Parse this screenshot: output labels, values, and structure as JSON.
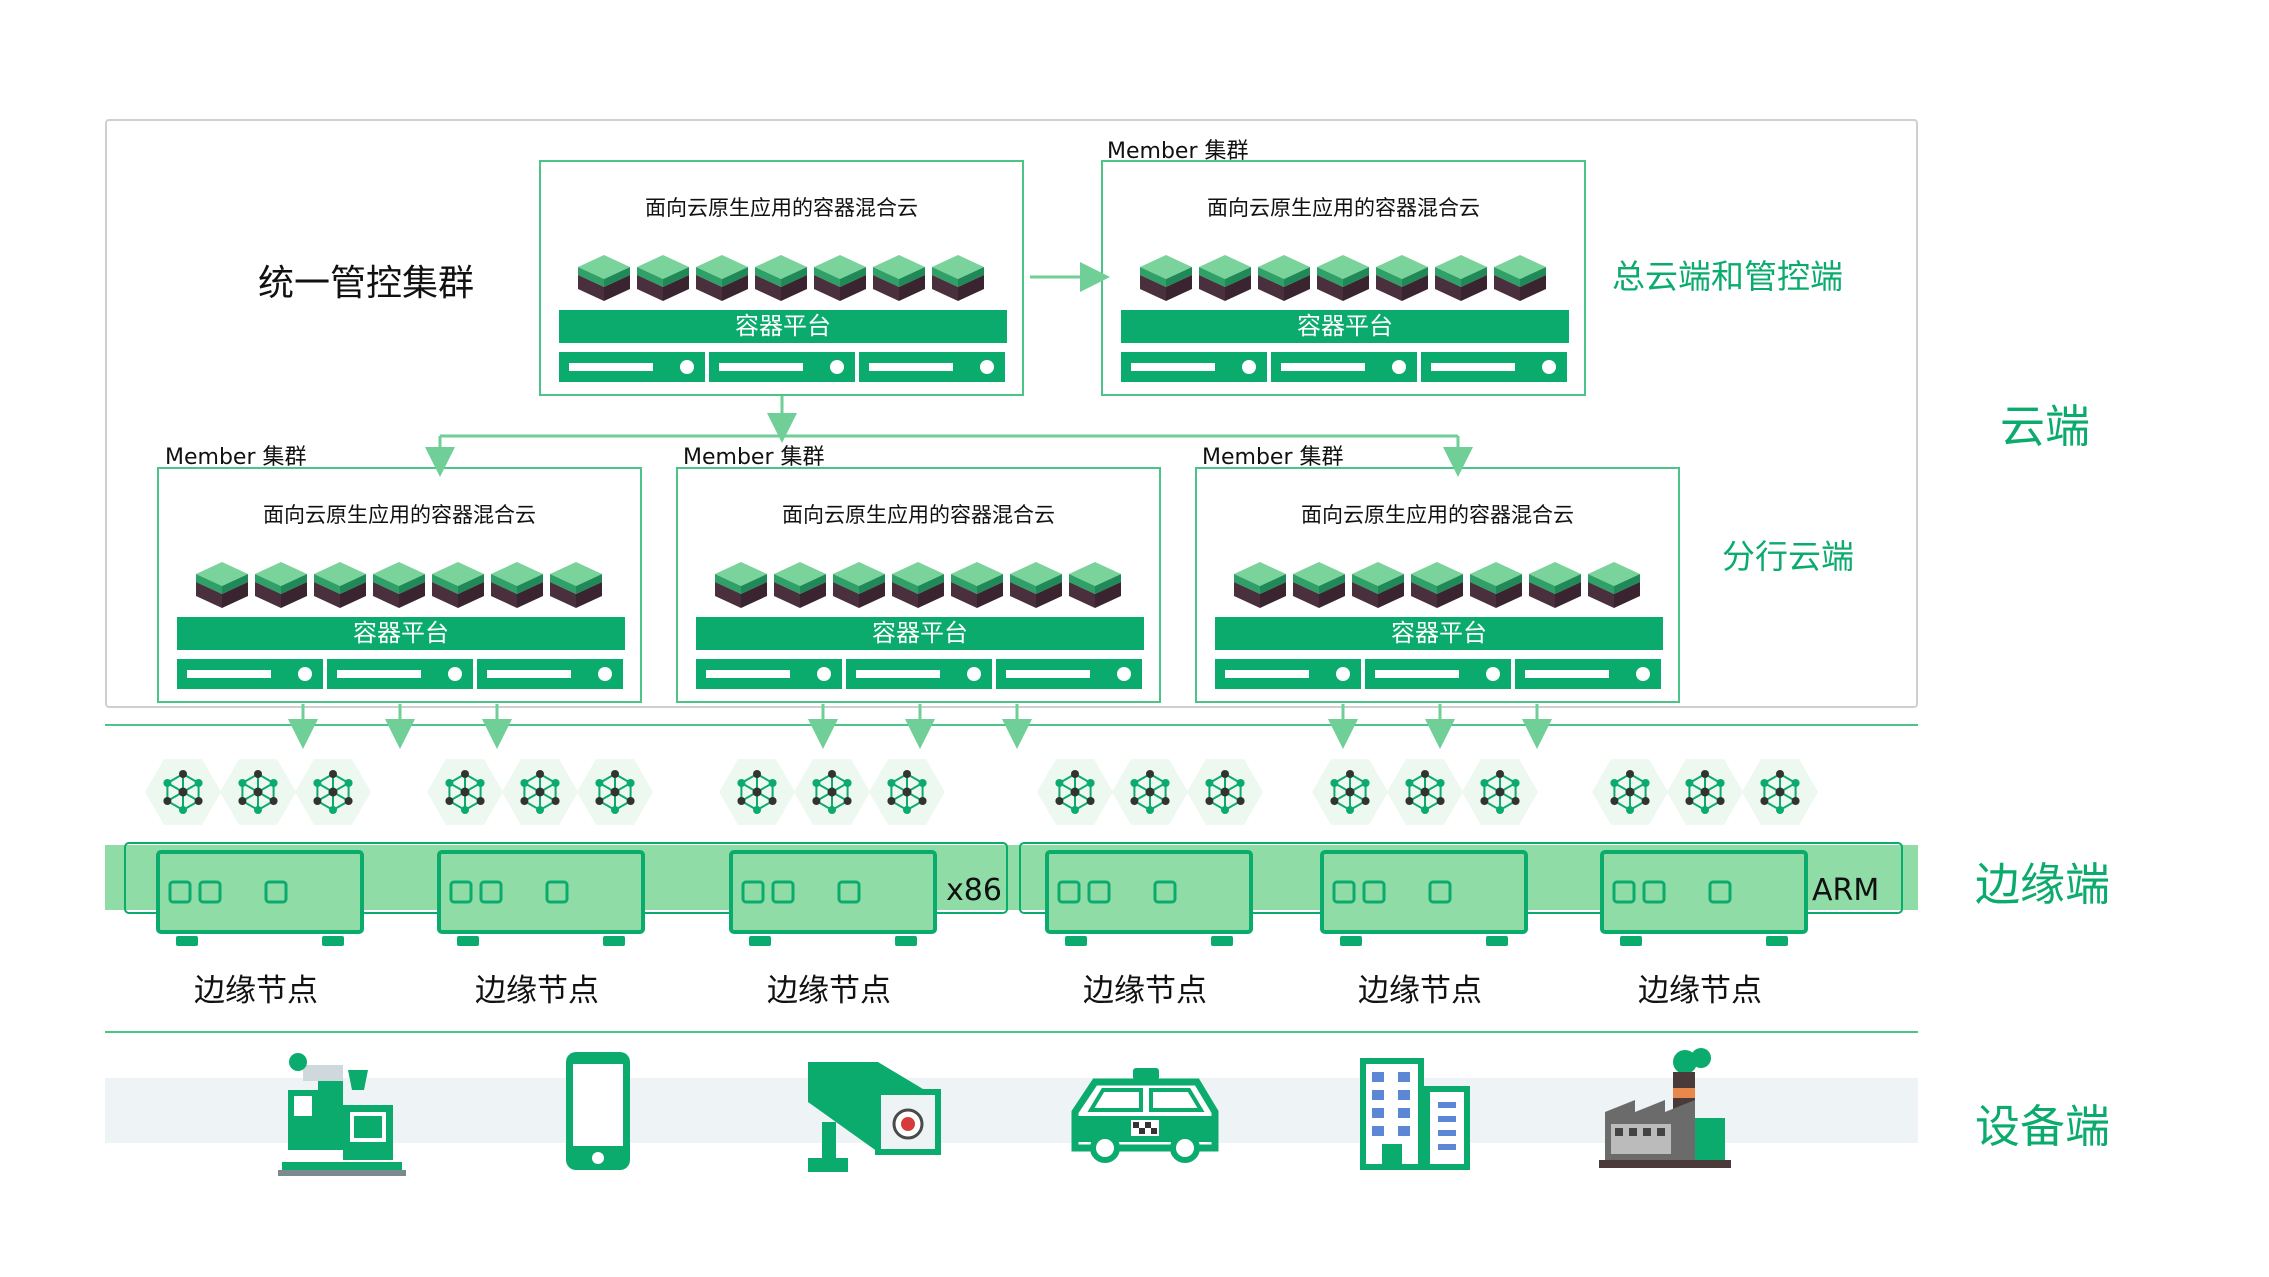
{
  "cloud_section": {
    "unified_title": "统一管控集群",
    "top_member_label": "Member 集群",
    "branch_member_labels": [
      "Member 集群",
      "Member 集群",
      "Member 集群"
    ],
    "cluster_title": "面向云原生应用的容器混合云",
    "platform_label": "容器平台"
  },
  "side_labels": {
    "headquarters": "总云端和管控端",
    "branch": "分行云端",
    "cloud": "云端",
    "edge": "边缘端",
    "device": "设备端"
  },
  "edge_section": {
    "node_label": "边缘节点",
    "arch_x86": "x86",
    "arch_arm": "ARM"
  },
  "devices": [
    "industrial-machine-icon",
    "smartphone-icon",
    "security-camera-icon",
    "taxi-icon",
    "building-icon",
    "factory-icon"
  ],
  "colors": {
    "accent": "#0bab6e",
    "light_green": "#8fdca6",
    "line_green": "#4cc488",
    "cube_top": "#7ad39a",
    "cube_side": "#4a2f3d"
  }
}
